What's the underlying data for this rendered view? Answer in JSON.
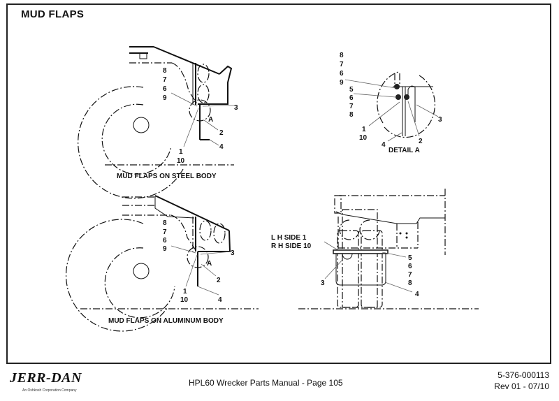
{
  "page": {
    "title": "MUD FLAPS"
  },
  "views": {
    "steel": {
      "caption": "MUD FLAPS ON STEEL BODY",
      "callouts": {
        "c8": "8",
        "c7": "7",
        "c6": "6",
        "c9": "9",
        "c3": "3",
        "cA": "A",
        "c2": "2",
        "c4": "4",
        "c1": "1",
        "c10": "10"
      }
    },
    "detail": {
      "caption": "DETAIL  A",
      "callouts": {
        "c8": "8",
        "c7": "7",
        "c6": "6",
        "c9": "9",
        "c5": "5",
        "c6b": "6",
        "c7b": "7",
        "c8b": "8",
        "c1": "1",
        "c10": "10",
        "c4": "4",
        "c2": "2",
        "c3": "3"
      }
    },
    "aluminum": {
      "caption": "MUD FLAPS ON ALUMINUM BODY",
      "callouts": {
        "c8": "8",
        "c7": "7",
        "c6": "6",
        "c9": "9",
        "c3": "3",
        "cA": "A",
        "c2": "2",
        "c1": "1",
        "c10": "10",
        "c4": "4"
      }
    },
    "rear": {
      "callouts": {
        "lh": "L H SIDE   1",
        "rh": "R H SIDE   10",
        "c5": "5",
        "c6": "6",
        "c7": "7",
        "c8": "8",
        "c3": "3",
        "c4": "4"
      }
    }
  },
  "footer": {
    "logo": "JERR-DAN",
    "logo_sub": "An Oshkosh Corporation Company",
    "manual": "HPL60 Wrecker Parts Manual  -  Page 105",
    "part_number": "5-376-000113",
    "revision": "Rev 01 - 07/10"
  }
}
